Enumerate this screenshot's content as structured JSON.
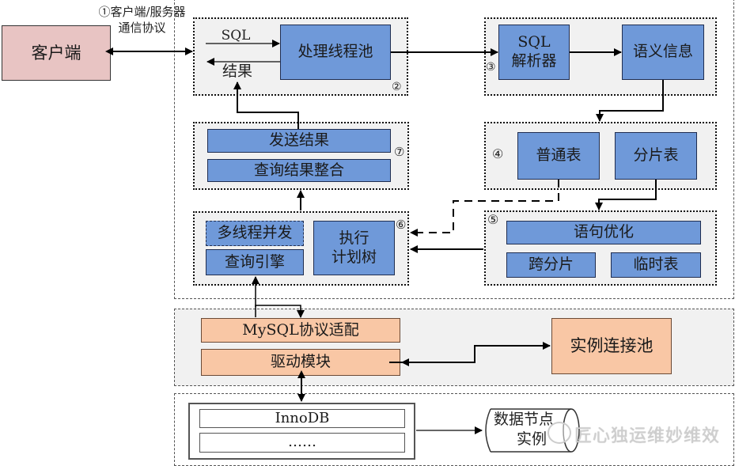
{
  "client": {
    "label": "客户端",
    "protocol_label_line1": "①客户端/服务器",
    "protocol_label_line2": "通信协议"
  },
  "group2": {
    "number": "②",
    "sql_label": "SQL",
    "result_label": "结果",
    "thread_pool": "处理线程池"
  },
  "group3": {
    "number": "③",
    "parser_line1": "SQL",
    "parser_line2": "解析器",
    "semantic": "语义信息"
  },
  "group4": {
    "number": "④",
    "normal_table": "普通表",
    "shard_table": "分片表"
  },
  "group5": {
    "number": "⑤",
    "optimize": "语句优化",
    "cross_shard": "跨分片",
    "temp_table": "临时表"
  },
  "group6": {
    "number": "⑥",
    "multithread": "多线程并发",
    "query_engine": "查询引擎",
    "plan_line1": "执行",
    "plan_line2": "计划树"
  },
  "group7": {
    "number": "⑦",
    "send_result": "发送结果",
    "merge_result": "查询结果整合"
  },
  "adapter_layer": {
    "mysql_adapter": "MySQL协议适配",
    "driver": "驱动模块",
    "instance_pool": "实例连接池"
  },
  "storage_layer": {
    "innodb": "InnoDB",
    "more": "……",
    "data_node_line1": "数据节点",
    "data_node_line2": "实例"
  },
  "watermark": "匠心独运维妙维效",
  "colors": {
    "blue_box": "#6f99d9",
    "orange_box": "#f9c7a5",
    "client_box": "#e8c4c3",
    "group_bg": "#f1f1f1"
  }
}
